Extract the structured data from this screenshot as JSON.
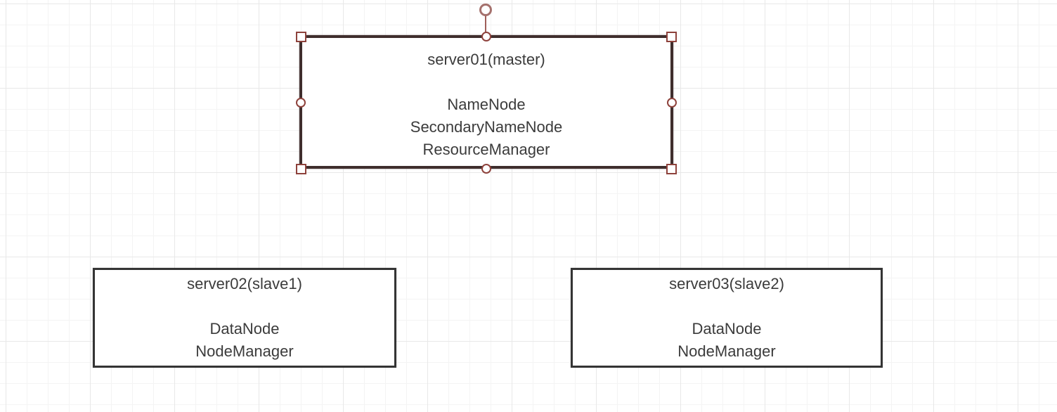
{
  "app": {
    "view": "diagram-editor-canvas"
  },
  "theme": {
    "canvas_bg": "#ffffff",
    "grid_minor": "#f4f4f4",
    "grid_major": "#e8e8e8",
    "node_fill": "#ffffff",
    "node_border": "#343434",
    "selected_node_border": "#3f2e2d",
    "text_color": "#3b3b3b",
    "handle_stroke": "#8e423c",
    "handle_fill": "#ffffff",
    "rotation_handle_stroke": "#a5716d"
  },
  "diagram": {
    "type": "cluster-topology"
  },
  "nodes": [
    {
      "id": "server01",
      "title": "server01(master)",
      "roles": [
        "NameNode",
        "SecondaryNameNode",
        "ResourceManager"
      ],
      "selected": true
    },
    {
      "id": "server02",
      "title": "server02(slave1)",
      "roles": [
        "DataNode",
        "NodeManager"
      ],
      "selected": false
    },
    {
      "id": "server03",
      "title": "server03(slave2)",
      "roles": [
        "DataNode",
        "NodeManager"
      ],
      "selected": false
    }
  ]
}
